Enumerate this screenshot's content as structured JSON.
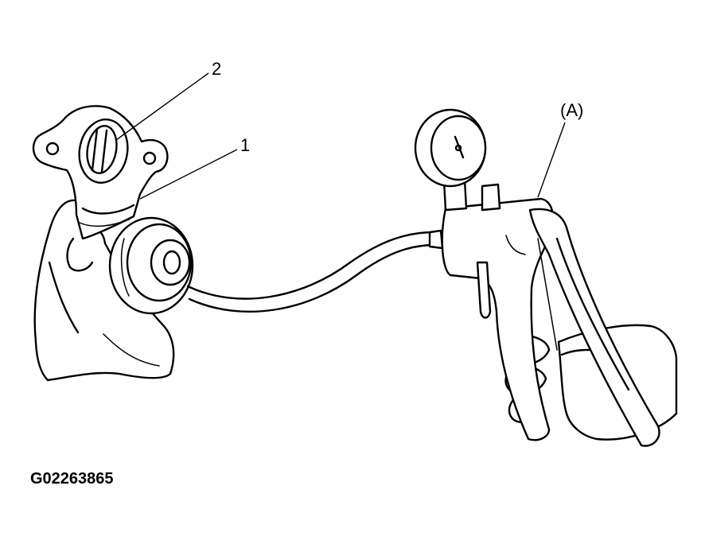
{
  "callouts": {
    "part1": "1",
    "part2": "2",
    "toolA": "(A)"
  },
  "figure_id": "G02263865"
}
